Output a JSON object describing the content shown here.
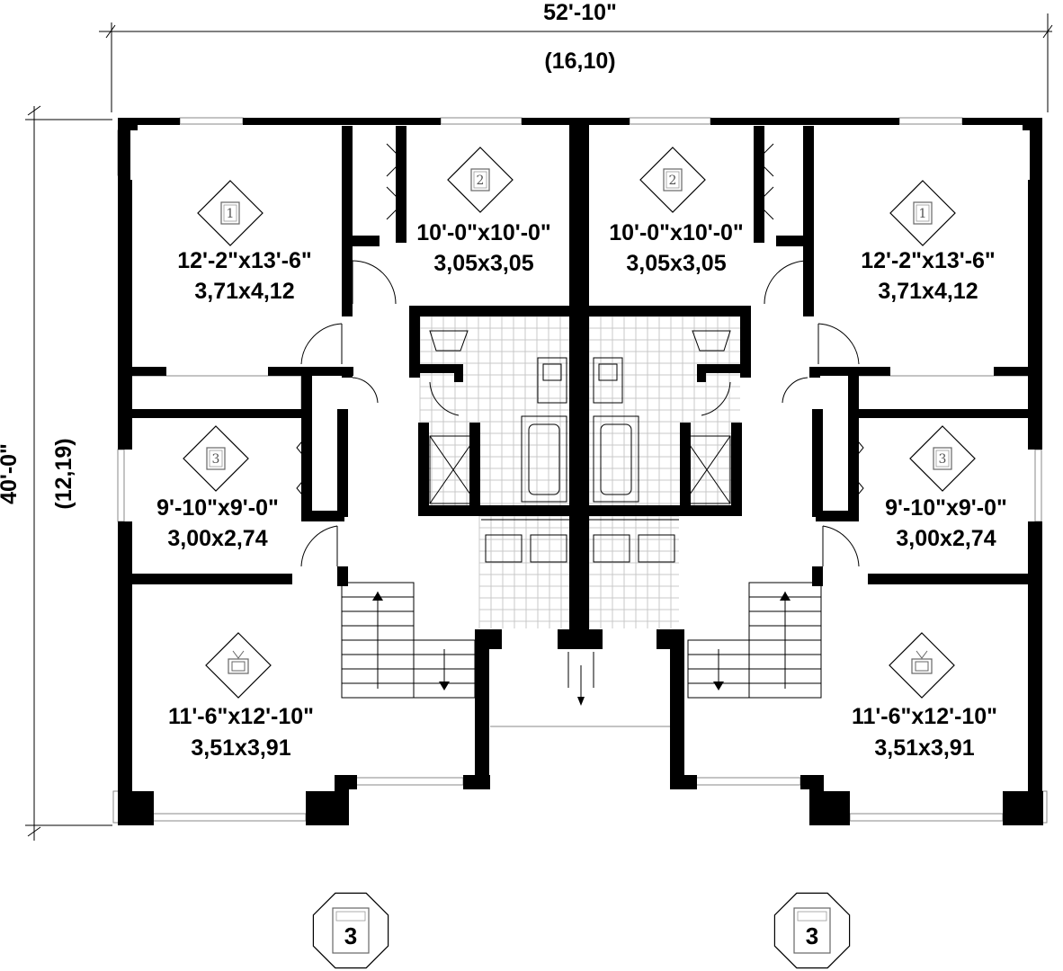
{
  "overall": {
    "width_imperial": "52'-10\"",
    "width_metric": "(16,10)",
    "depth_imperial": "40'-0\"",
    "depth_metric": "(12,19)"
  },
  "rooms": [
    {
      "id": "bed1-left",
      "icon": "bedroom-icon",
      "number": "1",
      "imperial": "12'-2\"x13'-6\"",
      "metric": "3,71x4,12"
    },
    {
      "id": "bed2-left",
      "icon": "bedroom-icon",
      "number": "2",
      "imperial": "10'-0\"x10'-0\"",
      "metric": "3,05x3,05"
    },
    {
      "id": "bed2-right",
      "icon": "bedroom-icon",
      "number": "2",
      "imperial": "10'-0\"x10'-0\"",
      "metric": "3,05x3,05"
    },
    {
      "id": "bed1-right",
      "icon": "bedroom-icon",
      "number": "1",
      "imperial": "12'-2\"x13'-6\"",
      "metric": "3,71x4,12"
    },
    {
      "id": "bed3-left",
      "icon": "bedroom-icon",
      "number": "3",
      "imperial": "9'-10\"x9'-0\"",
      "metric": "3,00x2,74"
    },
    {
      "id": "bed3-right",
      "icon": "bedroom-icon",
      "number": "3",
      "imperial": "9'-10\"x9'-0\"",
      "metric": "3,00x2,74"
    },
    {
      "id": "family-left",
      "icon": "tv-icon",
      "number": "",
      "imperial": "11'-6\"x12'-10\"",
      "metric": "3,51x3,91"
    },
    {
      "id": "family-right",
      "icon": "tv-icon",
      "number": "",
      "imperial": "11'-6\"x12'-10\"",
      "metric": "3,51x3,91"
    }
  ],
  "bedroom_counts": [
    {
      "id": "left",
      "icon": "bed-icon",
      "count": "3"
    },
    {
      "id": "right",
      "icon": "bed-icon",
      "count": "3"
    }
  ],
  "colors": {
    "wall": "#000000",
    "tile": "#c8c8c8",
    "glass": "#888888"
  }
}
